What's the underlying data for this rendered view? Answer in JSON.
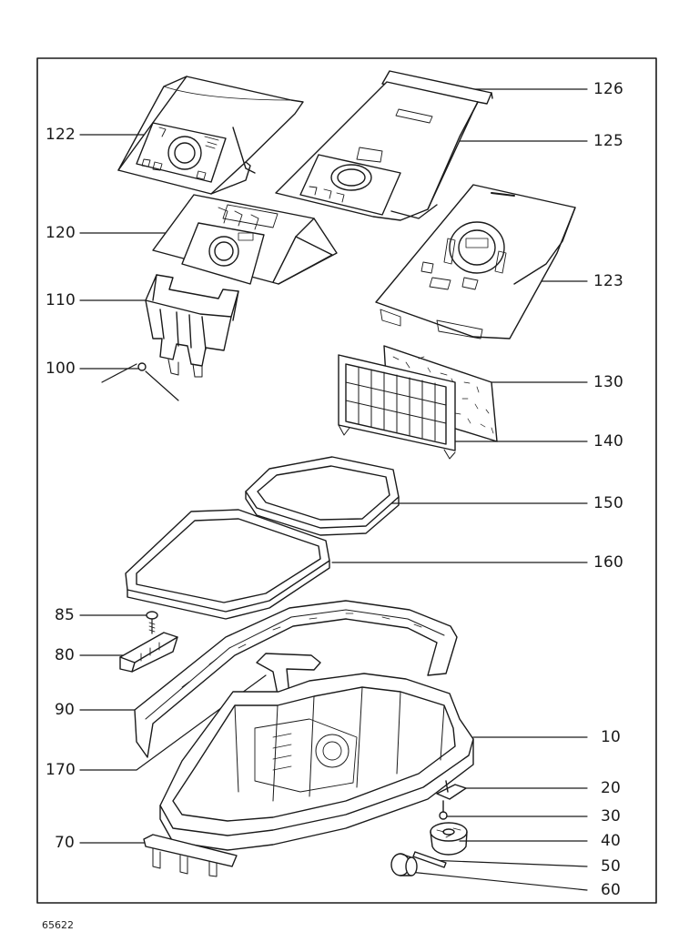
{
  "labels": {
    "l122": "122",
    "l120": "120",
    "l110": "110",
    "l100": "100",
    "l126": "126",
    "l125": "125",
    "l123": "123",
    "l130": "130",
    "l140": "140",
    "l150": "150",
    "l160": "160",
    "l85": "85",
    "l80": "80",
    "l90": "90",
    "l170": "170",
    "l10": "10",
    "l20": "20",
    "l30": "30",
    "l40": "40",
    "l50": "50",
    "l70": "70",
    "l60": "60"
  },
  "doc_number": "65622"
}
